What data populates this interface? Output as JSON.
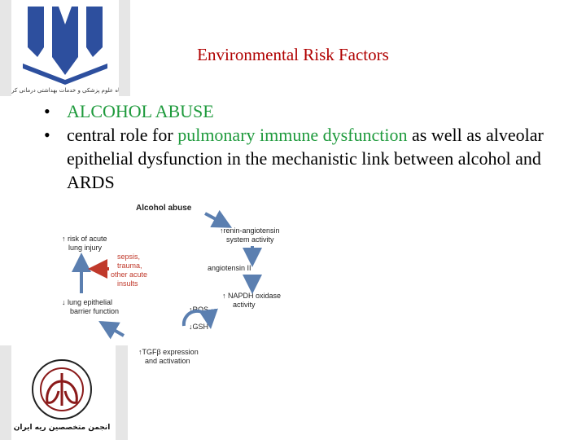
{
  "slide": {
    "title": "Environmental Risk Factors",
    "bullets": [
      {
        "text": "ALCOHOL ABUSE",
        "color": "#1e9a3c"
      },
      {
        "pre": "central role for ",
        "highlight": "pulmonary immune dysfunction",
        "post": " as well as alveolar epithelial dysfunction in the mechanistic link between alcohol and ARDS",
        "highlight_color": "#1e9a3c"
      }
    ]
  },
  "logos": {
    "top": {
      "icon": "university-emblem",
      "caption": "دانشگاه علوم پزشکی و خدمات بهداشتی درمانی کردستان"
    },
    "bottom": {
      "icon": "society-seal",
      "caption": "انجمن متخصصین ریه ایران"
    }
  },
  "diagram": {
    "nodes": {
      "alcohol": "Alcohol abuse",
      "renin": "↑renin-angiotensin",
      "renin2": "system activity",
      "angiotensin": "angiotensin II",
      "napdh": "↑ NAPDH oxidase",
      "napdh2": "activity",
      "ros": "↑ROS",
      "gsh": "↓GSH",
      "tgf": "↑TGFβ expression",
      "tgf2": "and activation",
      "epithelial": "↓ lung epithelial",
      "epithelial2": "barrier function",
      "risk": "↑ risk of acute",
      "risk2": "lung injury",
      "sepsis1": "sepsis,",
      "sepsis2": "trauma,",
      "sepsis3": "other acute",
      "sepsis4": "insults"
    },
    "arrow_color": "#5b7fb0",
    "sepsis_color": "#c0392b"
  }
}
